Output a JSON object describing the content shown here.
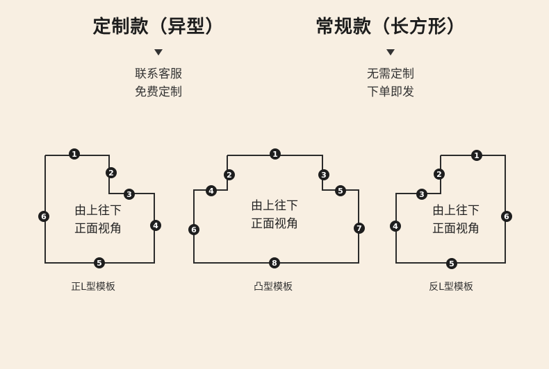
{
  "options": [
    {
      "title": "定制款（异型）",
      "lines": [
        "联系客服",
        "免费定制"
      ]
    },
    {
      "title": "常规款（长方形）",
      "lines": [
        "无需定制",
        "下单即发"
      ]
    }
  ],
  "templates": [
    {
      "caption": "正L型模板",
      "center_lines": [
        "由上往下",
        "正面视角"
      ],
      "edges": [
        "1",
        "2",
        "3",
        "4",
        "5",
        "6"
      ]
    },
    {
      "caption": "凸型模板",
      "center_lines": [
        "由上往下",
        "正面视角"
      ],
      "edges": [
        "1",
        "2",
        "3",
        "4",
        "5",
        "6",
        "7",
        "8"
      ]
    },
    {
      "caption": "反L型模板",
      "center_lines": [
        "由上往下",
        "正面视角"
      ],
      "edges": [
        "1",
        "2",
        "3",
        "4",
        "5",
        "6"
      ]
    }
  ]
}
